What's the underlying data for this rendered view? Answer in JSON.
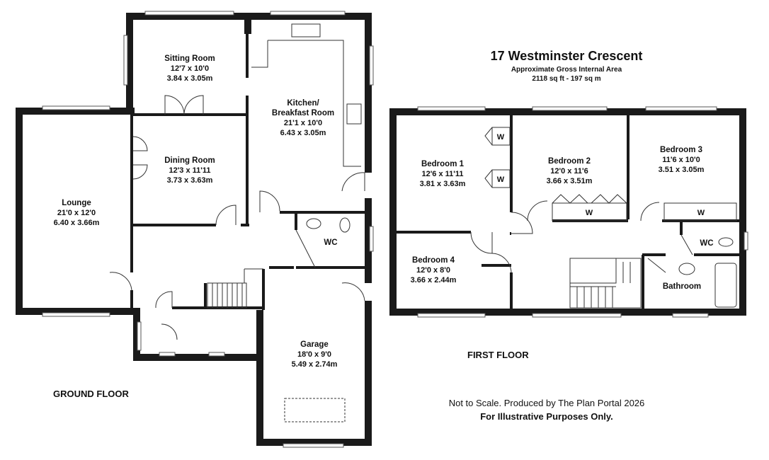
{
  "title": "17 Westminster Crescent",
  "area_heading": "Approximate Gross Internal Area",
  "area_value": "2118 sq ft - 197 sq m",
  "floors": {
    "ground": "GROUND FLOOR",
    "first": "FIRST FLOOR"
  },
  "rooms": {
    "sitting_room": {
      "name": "Sitting Room",
      "imperial": "12'7 x 10'0",
      "metric": "3.84 x 3.05m"
    },
    "kitchen": {
      "name_line1": "Kitchen/",
      "name_line2": "Breakfast Room",
      "imperial": "21'1 x 10'0",
      "metric": "6.43 x 3.05m"
    },
    "dining_room": {
      "name": "Dining Room",
      "imperial": "12'3 x 11'11",
      "metric": "3.73 x 3.63m"
    },
    "lounge": {
      "name": "Lounge",
      "imperial": "21'0 x 12'0",
      "metric": "6.40 x 3.66m"
    },
    "wc_ground": {
      "name": "WC"
    },
    "garage": {
      "name": "Garage",
      "imperial": "18'0 x 9'0",
      "metric": "5.49 x 2.74m"
    },
    "bedroom1": {
      "name": "Bedroom 1",
      "imperial": "12'6 x 11'11",
      "metric": "3.81 x 3.63m"
    },
    "bedroom2": {
      "name": "Bedroom 2",
      "imperial": "12'0 x 11'6",
      "metric": "3.66 x 3.51m"
    },
    "bedroom3": {
      "name": "Bedroom 3",
      "imperial": "11'6 x 10'0",
      "metric": "3.51 x 3.05m"
    },
    "bedroom4": {
      "name": "Bedroom 4",
      "imperial": "12'0 x 8'0",
      "metric": "3.66 x 2.44m"
    },
    "wc_first": {
      "name": "WC"
    },
    "bathroom": {
      "name": "Bathroom"
    }
  },
  "wardrobe_label": "W",
  "footer": {
    "disclaimer": "Not to Scale. Produced by The Plan Portal 2026",
    "illustrative": "For Illustrative Purposes Only."
  }
}
